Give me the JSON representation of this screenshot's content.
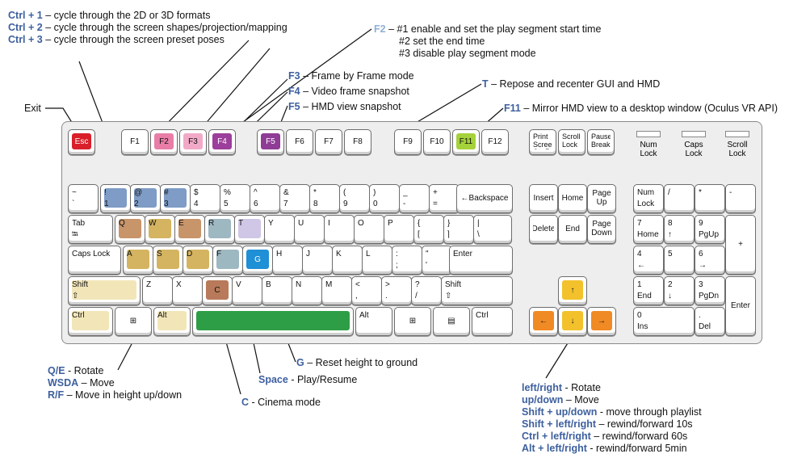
{
  "annotations": {
    "ctrl1": {
      "key": "Ctrl + 1",
      "text": " – cycle through the 2D or 3D formats"
    },
    "ctrl2": {
      "key": "Ctrl + 2",
      "text": " – cycle through the screen shapes/projection/mapping"
    },
    "ctrl3": {
      "key": "Ctrl + 3",
      "text": " – cycle through the screen preset poses"
    },
    "f2": {
      "key": "F2",
      "text": " – #1 enable and set the play segment start time",
      "line2": "#2 set the end time",
      "line3": "#3 disable play segment mode"
    },
    "f3": {
      "key": "F3",
      "text": " – Frame by Frame mode"
    },
    "f4": {
      "key": "F4",
      "text": " – Video frame snapshot"
    },
    "f5": {
      "key": "F5",
      "text": " – HMD view snapshot"
    },
    "t": {
      "key": "T",
      "text": " – Repose and recenter GUI and HMD"
    },
    "f11": {
      "key": "F11",
      "text": " – Mirror HMD view to a desktop window (Oculus VR API)"
    },
    "exit": {
      "text": "Exit"
    },
    "qe": {
      "key": "Q/E",
      "text": " - Rotate"
    },
    "wsda": {
      "key": "WSDA",
      "text": " – Move"
    },
    "rf": {
      "key": "R/F",
      "text": " – Move in height up/down"
    },
    "g": {
      "key": "G",
      "text": " – Reset height to ground"
    },
    "space": {
      "key": "Space",
      "text": " - Play/Resume"
    },
    "c": {
      "key": "C",
      "text": " - Cinema mode"
    },
    "leftright": {
      "key": "left/right",
      "text": " - Rotate"
    },
    "updown": {
      "key": "up/down",
      "text": " – Move"
    },
    "shiftupdown": {
      "key": "Shift + up/down",
      "text": " - move through playlist"
    },
    "shiftleftright": {
      "key": "Shift + left/right",
      "text": " – rewind/forward 10s"
    },
    "ctrlleftright": {
      "key": "Ctrl + left/right",
      "text": " – rewind/forward 60s"
    },
    "altleftright": {
      "key": "Alt + left/right",
      "text": " - rewind/forward 5min"
    }
  },
  "indicators": [
    "Num Lock",
    "Caps Lock",
    "Scroll Lock"
  ],
  "colors": {
    "esc": "#d9202a",
    "f2": "#e87ea8",
    "f3": "#f2a9c7",
    "f4": "#9c3e9b",
    "f5": "#8e3c96",
    "f11": "#a5d23a",
    "num123": "#7e9cc6",
    "q_e": "#c8946a",
    "w_s_a_d": "#d4b460",
    "r_f": "#9eb8c2",
    "t": "#d0c6e6",
    "g": "#1f8fd6",
    "c": "#b87a5a",
    "ctrl_alt": "#f2e6b9",
    "space": "#2e9e46",
    "arrow_up": "#f2c12c",
    "arrow_lr": "#f08a24",
    "accent_text": "#3d5f9e",
    "highlight_box": "#e0502d"
  },
  "keys": {
    "esc": "Esc",
    "f1": "F1",
    "f2": "F2",
    "f3": "F3",
    "f4": "F4",
    "f5": "F5",
    "f6": "F6",
    "f7": "F7",
    "f8": "F8",
    "f9": "F9",
    "f10": "F10",
    "f11": "F11",
    "f12": "F12",
    "prtsc": [
      "Print",
      "Screen",
      "SysRq"
    ],
    "scroll": [
      "Scroll",
      "Lock"
    ],
    "pause": [
      "Pause",
      "Break"
    ],
    "tilde": [
      "~",
      "`"
    ],
    "k1": [
      "!",
      "1"
    ],
    "k2": [
      "@",
      "2"
    ],
    "k3": [
      "#",
      "3"
    ],
    "k4": [
      "$",
      "4"
    ],
    "k5": [
      "%",
      "5"
    ],
    "k6": [
      "^",
      "6"
    ],
    "k7": [
      "&",
      "7"
    ],
    "k8": [
      "*",
      "8"
    ],
    "k9": [
      "(",
      "9"
    ],
    "k0": [
      ")",
      "0"
    ],
    "minus": [
      "_",
      "-"
    ],
    "equals": [
      "+",
      "="
    ],
    "backspace": "←Backspace",
    "tab": [
      "Tab",
      "⭾"
    ],
    "q": "Q",
    "w": "W",
    "e": "E",
    "r": "R",
    "t": "T",
    "y": "Y",
    "u": "U",
    "i": "I",
    "o": "O",
    "p": "P",
    "lbr": [
      "{",
      "["
    ],
    "rbr": [
      "}",
      "]"
    ],
    "pipe": [
      "|",
      "\\"
    ],
    "caps": "Caps Lock",
    "a": "A",
    "s": "S",
    "d": "D",
    "f": "F",
    "g": "G",
    "h": "H",
    "j": "J",
    "k": "K",
    "l": "L",
    "semi": [
      ":",
      ";"
    ],
    "quote": [
      "\"",
      "'"
    ],
    "enter": "Enter",
    "lshift": [
      "Shift",
      "⇧"
    ],
    "z": "Z",
    "x": "X",
    "c": "C",
    "v": "V",
    "b": "B",
    "n": "N",
    "m": "M",
    "comma": [
      "<",
      ","
    ],
    "period": [
      ">",
      "."
    ],
    "slash": [
      "?",
      "/"
    ],
    "rshift": [
      "Shift",
      "⇧"
    ],
    "lctrl": "Ctrl",
    "lwin": "⊞",
    "lalt": "Alt",
    "space": "",
    "ralt": "Alt",
    "rwin": "⊞",
    "menu": "▤",
    "rctrl": "Ctrl",
    "insert": "Insert",
    "home": "Home",
    "pgup": [
      "Page",
      "Up"
    ],
    "delete": "Delete",
    "end": "End",
    "pgdn": [
      "Page",
      "Down"
    ],
    "arrow_up": "↑",
    "arrow_left": "←",
    "arrow_down": "↓",
    "arrow_right": "→",
    "numlock": [
      "Num",
      "Lock"
    ],
    "numdiv": "/",
    "nummul": "*",
    "numsub": "-",
    "num7": [
      "7",
      "Home"
    ],
    "num8": [
      "8",
      "↑"
    ],
    "num9": [
      "9",
      "PgUp"
    ],
    "numadd": "+",
    "num4": [
      "4",
      "←"
    ],
    "num5": "5",
    "num6": [
      "6",
      "→"
    ],
    "num1": [
      "1",
      "End"
    ],
    "num2": [
      "2",
      "↓"
    ],
    "num3": [
      "3",
      "PgDn"
    ],
    "numenter": "Enter",
    "num0": [
      "0",
      "Ins"
    ],
    "numdot": [
      ".",
      "Del"
    ]
  }
}
